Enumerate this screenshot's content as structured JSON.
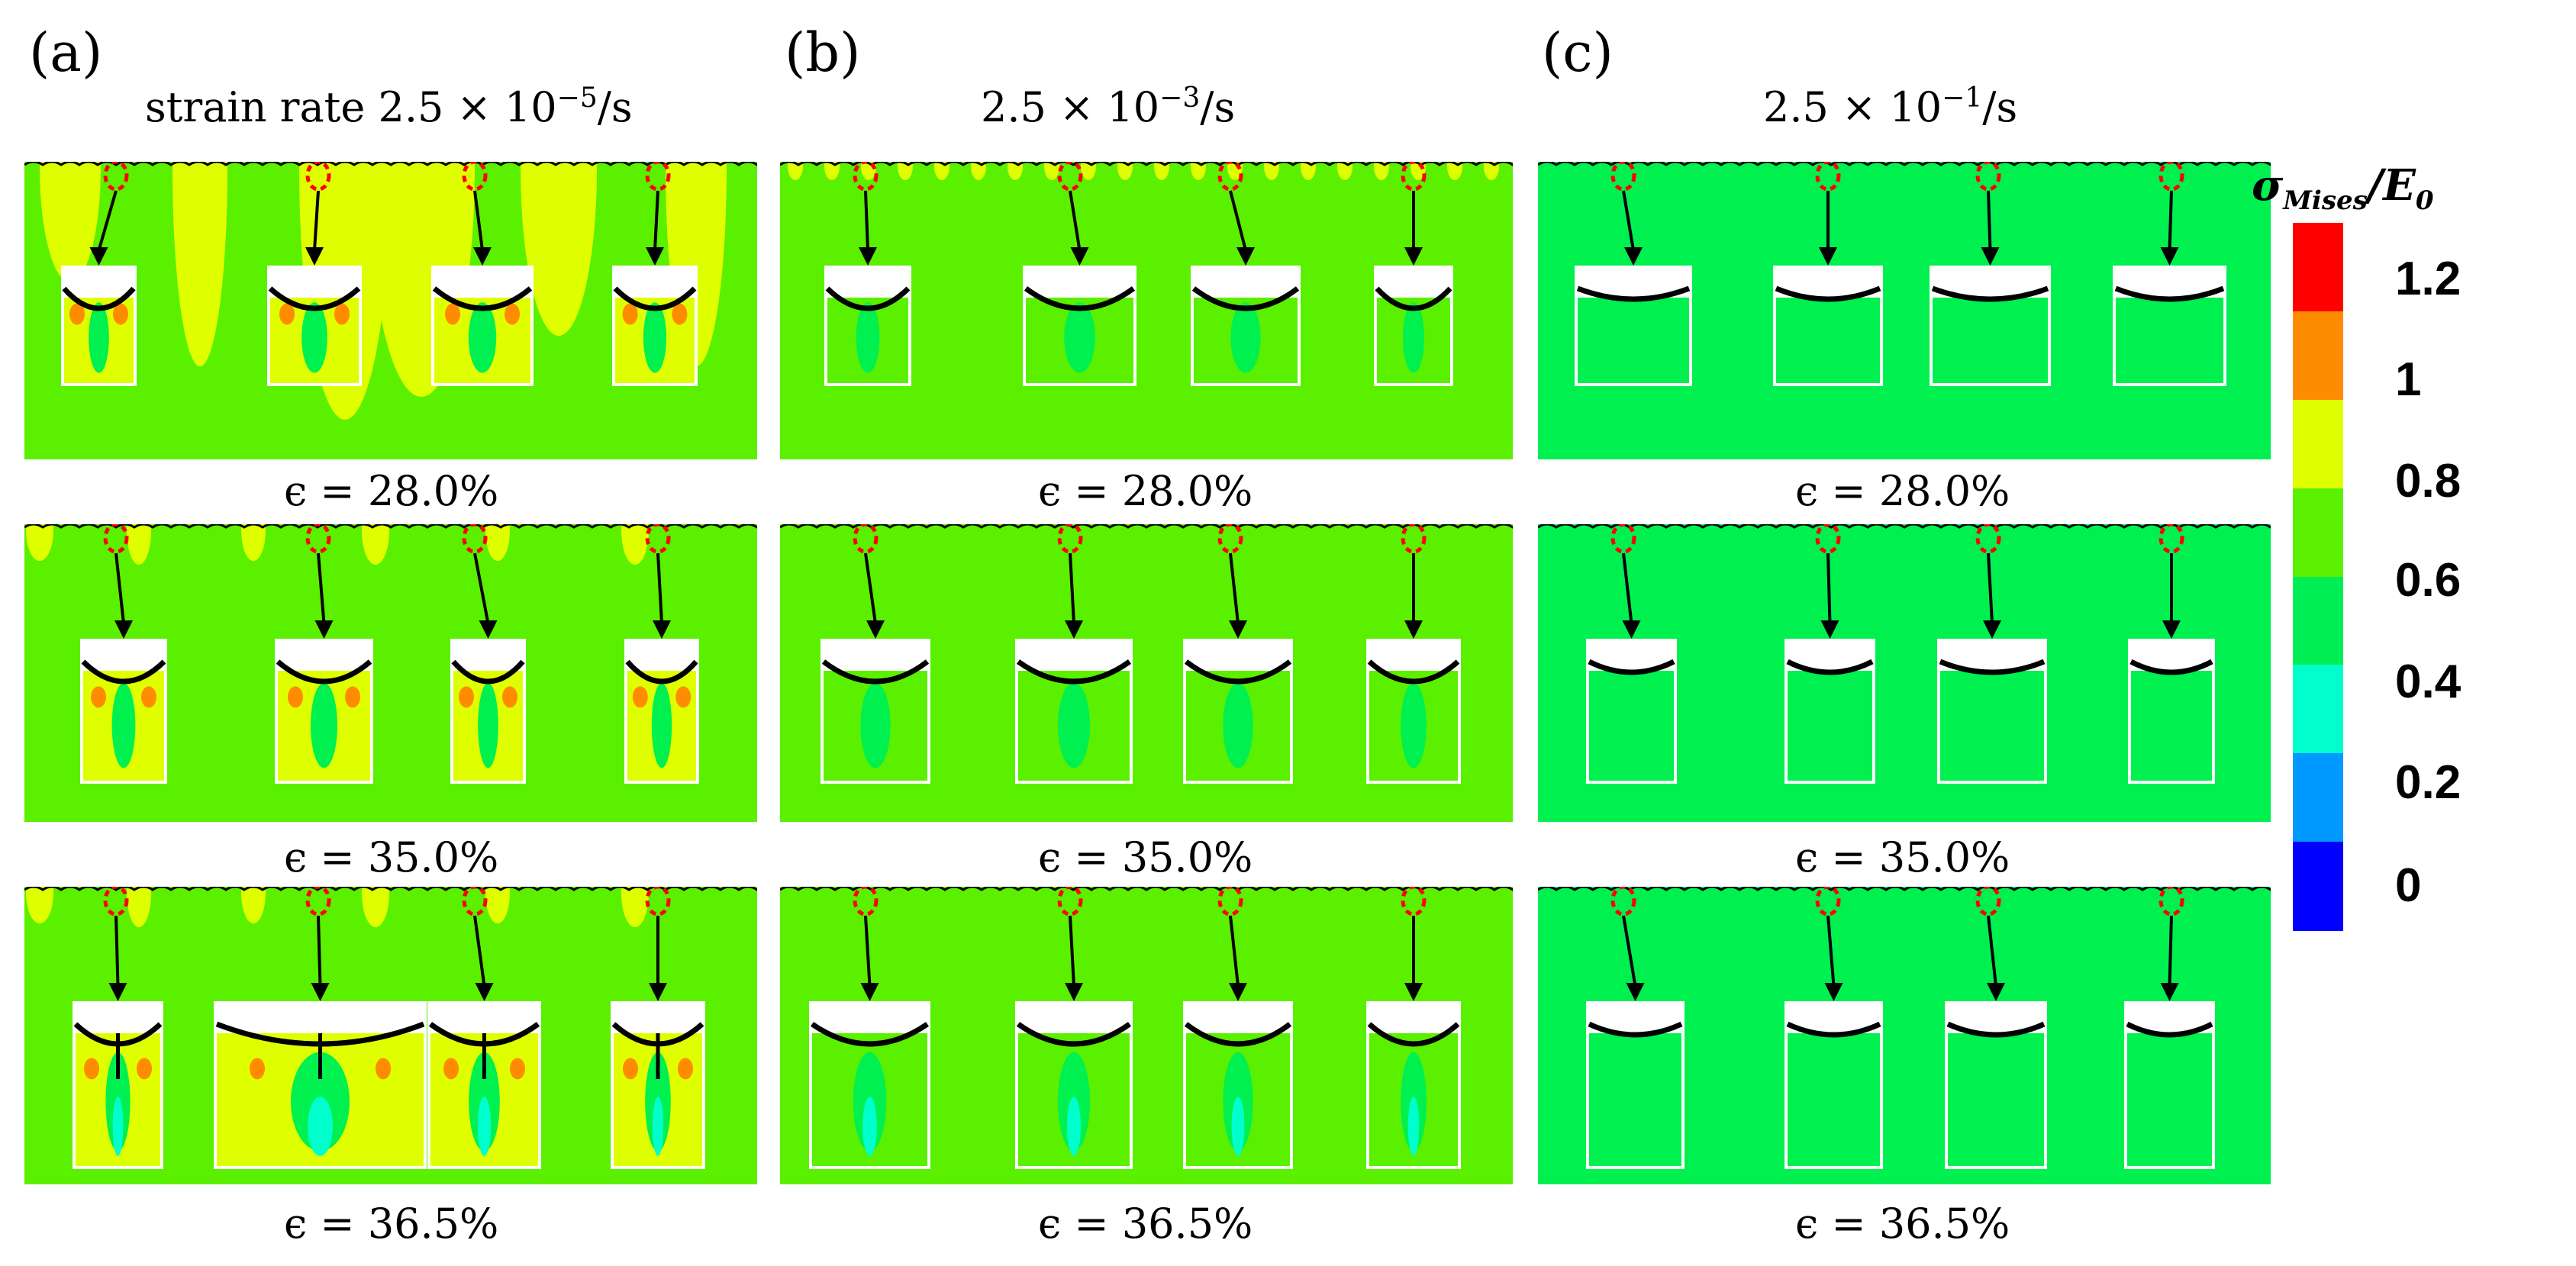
{
  "columns": [
    {
      "letter": "(a)",
      "title_prefix": "strain rate",
      "rate_base": "2.5 × 10",
      "rate_exp": "−5",
      "rate_unit": "/s",
      "variant": "a"
    },
    {
      "letter": "(b)",
      "title_prefix": "",
      "rate_base": "2.5 × 10",
      "rate_exp": "−3",
      "rate_unit": "/s",
      "variant": "b"
    },
    {
      "letter": "(c)",
      "title_prefix": "",
      "rate_base": "2.5 × 10",
      "rate_exp": "−1",
      "rate_unit": "/s",
      "variant": "c"
    }
  ],
  "strain_labels": [
    "ϵ = 28.0%",
    "ϵ = 35.0%",
    "ϵ = 36.5%"
  ],
  "colorbar": {
    "title_main": "σ",
    "title_sub": "Mises",
    "title_rest": "/E",
    "title_sub2": "0",
    "ticks": [
      "1.2",
      "1",
      "0.8",
      "0.6",
      "0.4",
      "0.2",
      "0"
    ],
    "colors": [
      "#ff0000",
      "#ff8c00",
      "#dfff00",
      "#5af000",
      "#00ee55",
      "#00ffcc",
      "#0099ff",
      "#0000ff"
    ]
  },
  "field_colors": {
    "green": "#5af000",
    "bright_green": "#00f050",
    "yellow": "#dfff00",
    "orange": "#ff8c00",
    "cyan": "#00ffcc",
    "crack": "#ff0000",
    "arrow": "#000000"
  }
}
